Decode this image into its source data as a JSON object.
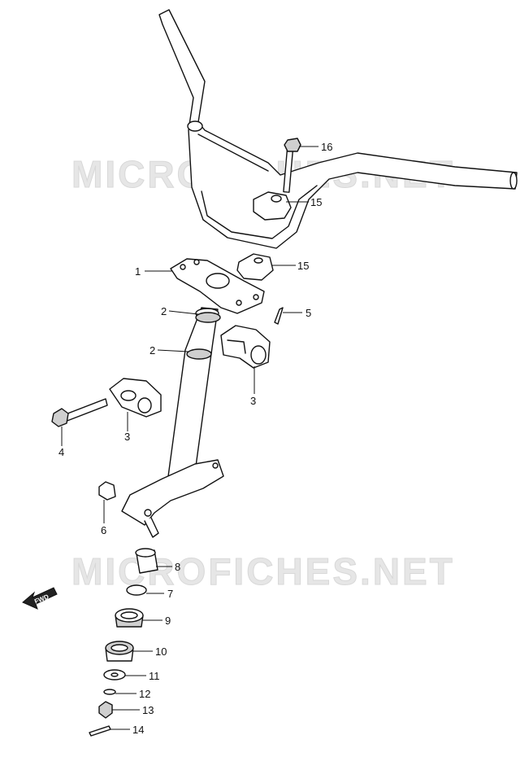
{
  "watermark": {
    "text_top": "MICROFICHES.NET",
    "text_bottom": "MICROFICHES.NET"
  },
  "direction_arrow": {
    "label": "FWD"
  },
  "callouts": {
    "c1": "1",
    "c2a": "2",
    "c2b": "2",
    "c3a": "3",
    "c3b": "3",
    "c4": "4",
    "c5": "5",
    "c6": "6",
    "c7": "7",
    "c8": "8",
    "c9": "9",
    "c10": "10",
    "c11": "11",
    "c12": "12",
    "c13": "13",
    "c14": "14",
    "c15a": "15",
    "c15b": "15",
    "c16": "16"
  },
  "colors": {
    "line": "#111111",
    "watermark": "#e6e6e6",
    "background": "#ffffff"
  }
}
